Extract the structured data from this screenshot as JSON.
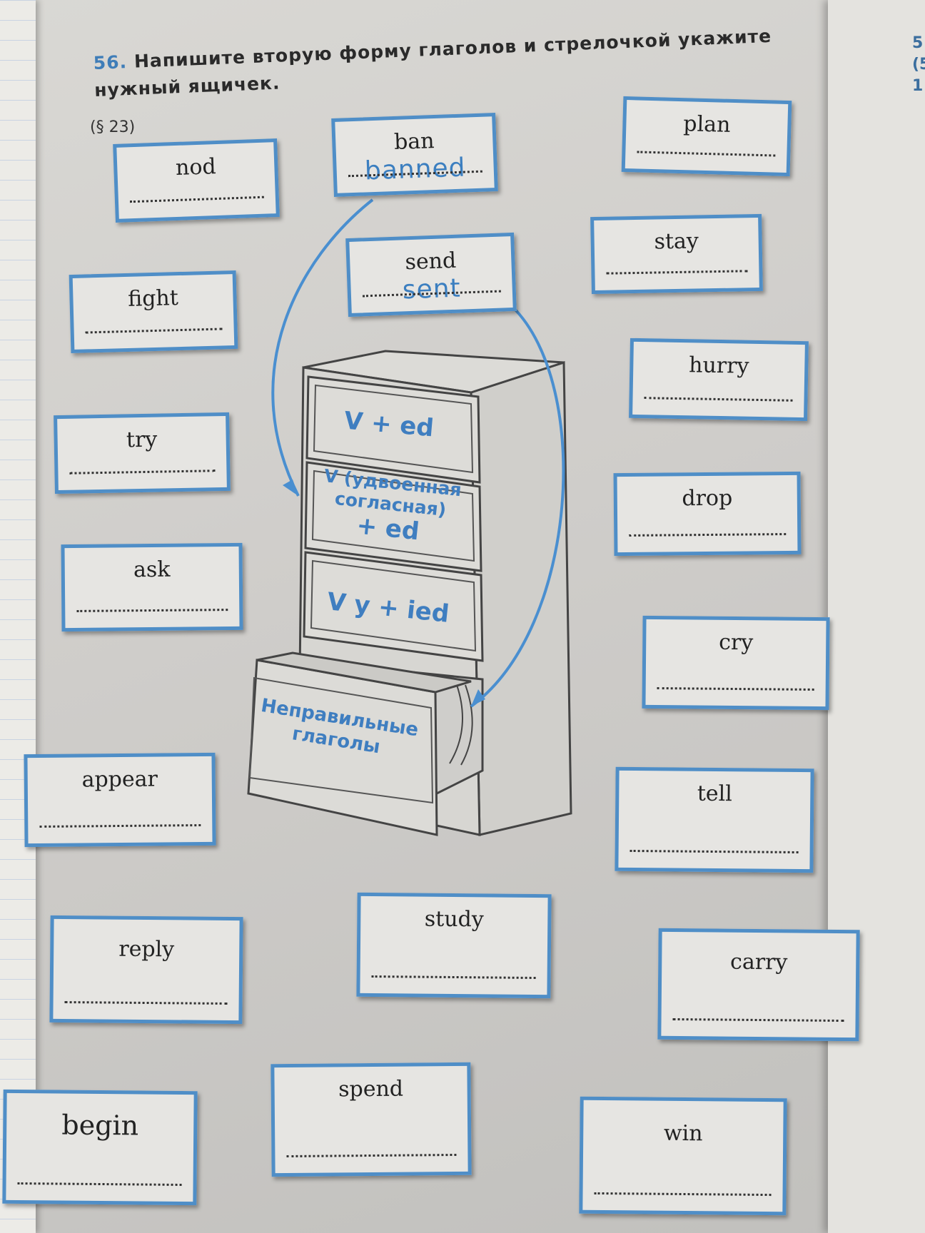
{
  "exercise": {
    "number": "56.",
    "instruction": "Напишите вторую форму глаголов и стрелочкой укажите нужный ящичек.",
    "paragraph": "(§ 23)"
  },
  "cards": [
    {
      "id": "nod",
      "verb": "nod",
      "answer": ""
    },
    {
      "id": "ban",
      "verb": "ban",
      "answer": "banned"
    },
    {
      "id": "plan",
      "verb": "plan",
      "answer": ""
    },
    {
      "id": "send",
      "verb": "send",
      "answer": "sent"
    },
    {
      "id": "stay",
      "verb": "stay",
      "answer": ""
    },
    {
      "id": "fight",
      "verb": "fight",
      "answer": ""
    },
    {
      "id": "hurry",
      "verb": "hurry",
      "answer": ""
    },
    {
      "id": "try",
      "verb": "try",
      "answer": ""
    },
    {
      "id": "drop",
      "verb": "drop",
      "answer": ""
    },
    {
      "id": "ask",
      "verb": "ask",
      "answer": ""
    },
    {
      "id": "cry",
      "verb": "cry",
      "answer": ""
    },
    {
      "id": "appear",
      "verb": "appear",
      "answer": ""
    },
    {
      "id": "tell",
      "verb": "tell",
      "answer": ""
    },
    {
      "id": "study",
      "verb": "study",
      "answer": ""
    },
    {
      "id": "reply",
      "verb": "reply",
      "answer": ""
    },
    {
      "id": "carry",
      "verb": "carry",
      "answer": ""
    },
    {
      "id": "spend",
      "verb": "spend",
      "answer": ""
    },
    {
      "id": "begin",
      "verb": "begin",
      "answer": ""
    },
    {
      "id": "win",
      "verb": "win",
      "answer": ""
    }
  ],
  "cabinet": {
    "drawer1": "V + ed",
    "drawer2_line1": "V (удвоенная",
    "drawer2_line2": "согласная)",
    "drawer2_line3": "+ ed",
    "drawer3": "V y + ied",
    "drawer4_line1": "Неправильные",
    "drawer4_line2": "глаголы"
  },
  "right_page_fragment": [
    "5",
    "(5",
    "1"
  ],
  "colors": {
    "accent": "#4f8ec7",
    "handwriting": "#3c7fc0",
    "paper": "#d6d5d1"
  }
}
